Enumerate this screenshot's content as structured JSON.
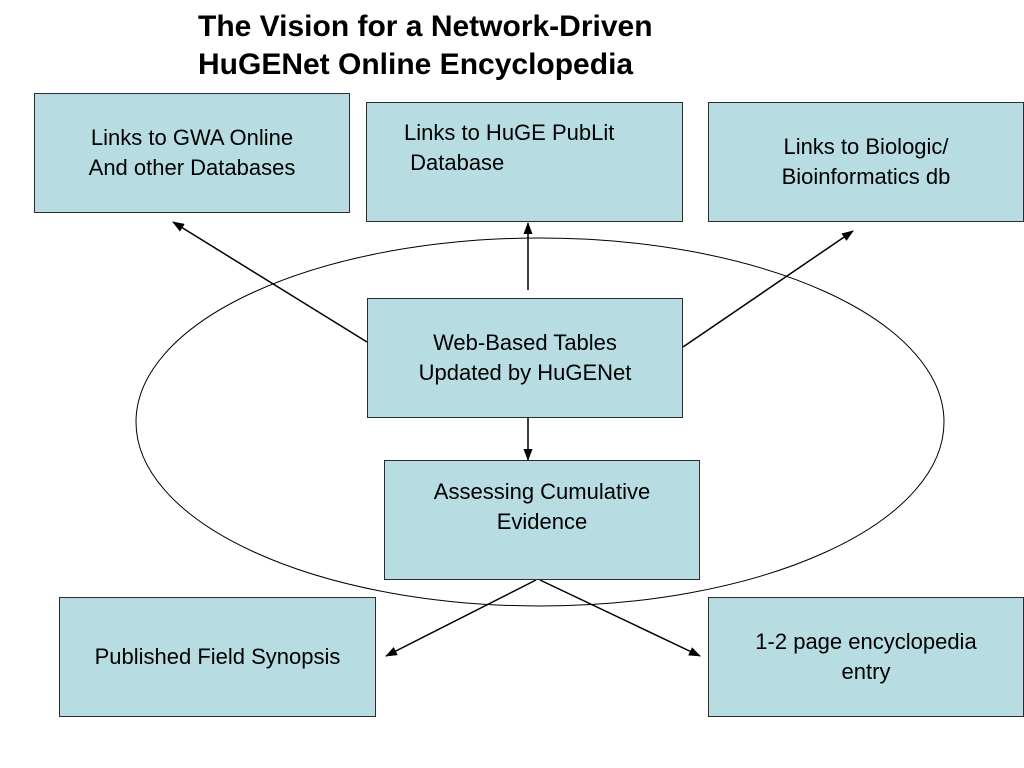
{
  "title": {
    "line1": "The Vision for a Network-Driven",
    "line2": "HuGENet Online Encyclopedia"
  },
  "colors": {
    "box_fill": "#b7dde2",
    "box_border": "#2c2c2c",
    "line": "#000000"
  },
  "nodes": {
    "gwa_links": {
      "line1": "Links to GWA Online",
      "line2": "And other Databases"
    },
    "huge_publit_links": {
      "line1": "Links to HuGE PubLit",
      "line2": " Database"
    },
    "biologic_links": {
      "line1": "Links to Biologic/",
      "line2": "Bioinformatics db"
    },
    "web_tables": {
      "line1": "Web-Based Tables",
      "line2": "Updated by HuGENet"
    },
    "cumulative_evidence": {
      "line1": "Assessing Cumulative",
      "line2": "Evidence"
    },
    "field_synopsis": {
      "line1": "Published Field Synopsis"
    },
    "encyclopedia_entry": {
      "line1": "1-2 page encyclopedia",
      "line2": "entry"
    }
  },
  "edges": [
    {
      "from": "web_tables",
      "to": "gwa_links"
    },
    {
      "from": "web_tables",
      "to": "huge_publit_links"
    },
    {
      "from": "web_tables",
      "to": "biologic_links"
    },
    {
      "from": "web_tables",
      "to": "cumulative_evidence"
    },
    {
      "from": "cumulative_evidence",
      "to": "field_synopsis"
    },
    {
      "from": "cumulative_evidence",
      "to": "encyclopedia_entry"
    }
  ]
}
